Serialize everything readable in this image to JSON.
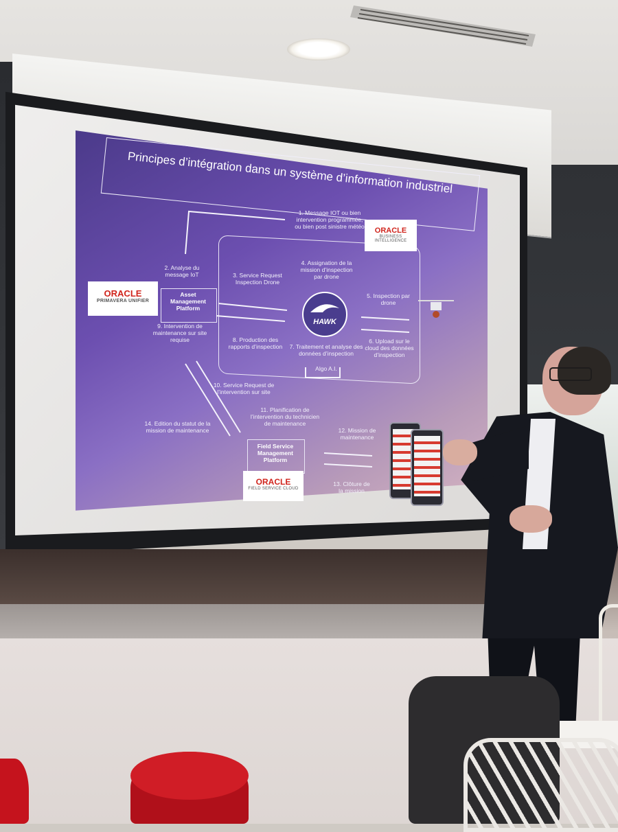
{
  "slide": {
    "title": "Principes d’intégration dans un système d’information industriel",
    "step1": "1. Message IOT ou bien\nintervention programmée,\nou bien post sinistre météo",
    "step2": "2. Analyse du\nmessage IoT",
    "step3": "3. Service Request\nInspection Drone",
    "step4": "4. Assignation de la\nmission d’inspection\npar drone",
    "step5": "5. Inspection par\ndrone",
    "step6": "6. Upload sur le\ncloud des données\nd’inspection",
    "step7": "7. Traitement et analyse des\ndonnées d’inspection",
    "algo": "Algo A.I.",
    "step8": "8. Production des\nrapports d’inspection",
    "step9": "9. Intervention de\nmaintenance sur site\nrequise",
    "step10": "10. Service Request de\nl’intervention sur site",
    "step11": "11. Planification de\nl’intervention du technicien\nde maintenance",
    "step12": "12. Mission de\nmaintenance",
    "step13": "13. Clôture de\nla mission",
    "step14": "14. Edition du statut de la\nmission de maintenance",
    "asset_platform": "Asset\nManagement\nPlatform",
    "field_platform": "Field Service\nManagement\nPlatform",
    "hawk_logo": "HAWK",
    "oracle_bi": {
      "brand": "ORACLE",
      "product": "BUSINESS INTELLIGENCE"
    },
    "oracle_primavera": {
      "brand": "ORACLE",
      "product": "PRIMAVERA UNIFIER"
    },
    "oracle_field": {
      "brand": "ORACLE",
      "product": "FIELD SERVICE CLOUD"
    }
  },
  "colors": {
    "slide_bg": "#6c4fb0",
    "oracle_red": "#d0251d",
    "stool_red": "#d01d26"
  }
}
